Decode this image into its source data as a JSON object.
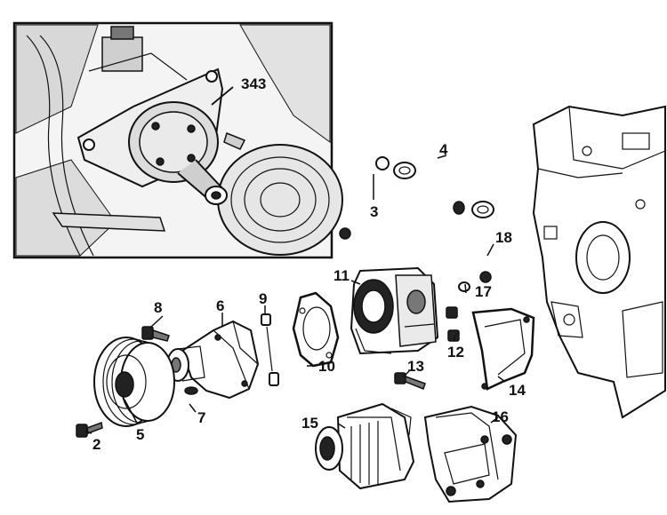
{
  "labels": {
    "l343": "343",
    "l2": "2",
    "l3": "3",
    "l4": "4",
    "l5": "5",
    "l6": "6",
    "l7": "7",
    "l8": "8",
    "l9": "9",
    "l10": "10",
    "l11": "11",
    "l12": "12",
    "l13": "13",
    "l14": "14",
    "l15": "15",
    "l16": "16",
    "l17": "17",
    "l18": "18"
  }
}
